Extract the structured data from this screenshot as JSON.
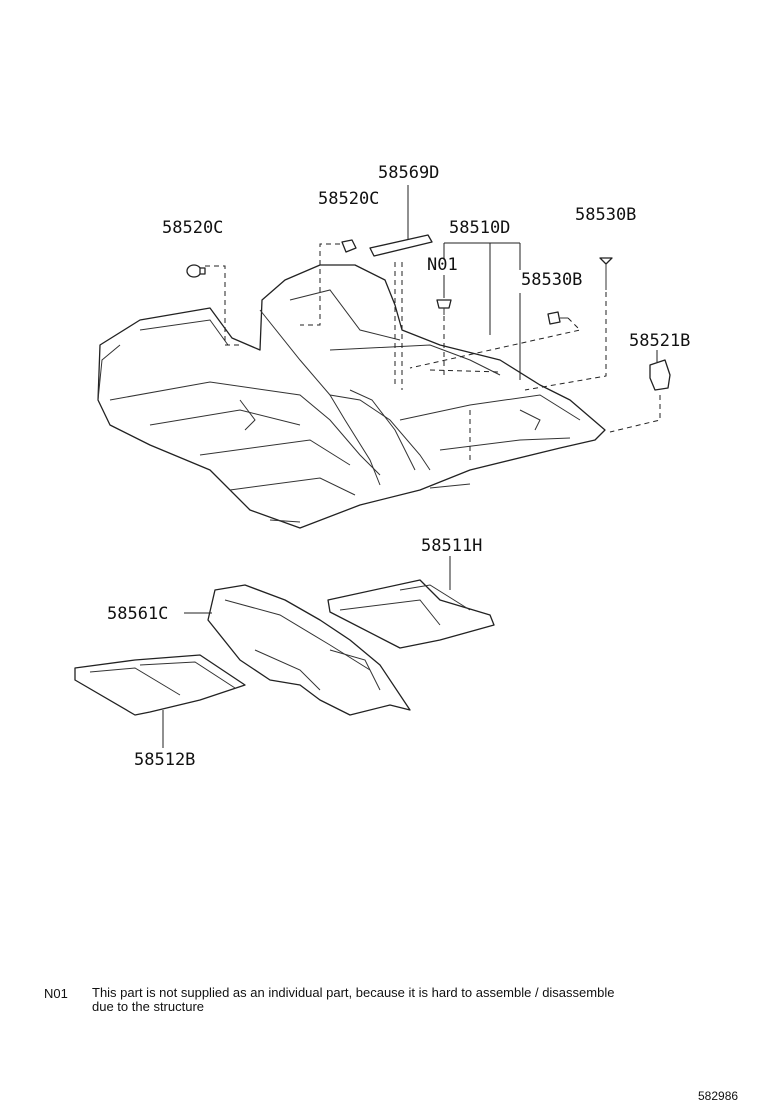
{
  "labels": {
    "p58569D": "58569D",
    "p58520C_mid": "58520C",
    "p58520C_left": "58520C",
    "p58510D": "58510D",
    "p58530B_top": "58530B",
    "pN01": "N01",
    "p58530B_mid": "58530B",
    "p58521B": "58521B",
    "p58511H": "58511H",
    "p58561C": "58561C",
    "p58512B": "58512B"
  },
  "note": {
    "code": "N01",
    "text": "This part is not supplied as an individual part, because it is hard to assemble / disassemble due to the structure"
  },
  "reference": "582986"
}
